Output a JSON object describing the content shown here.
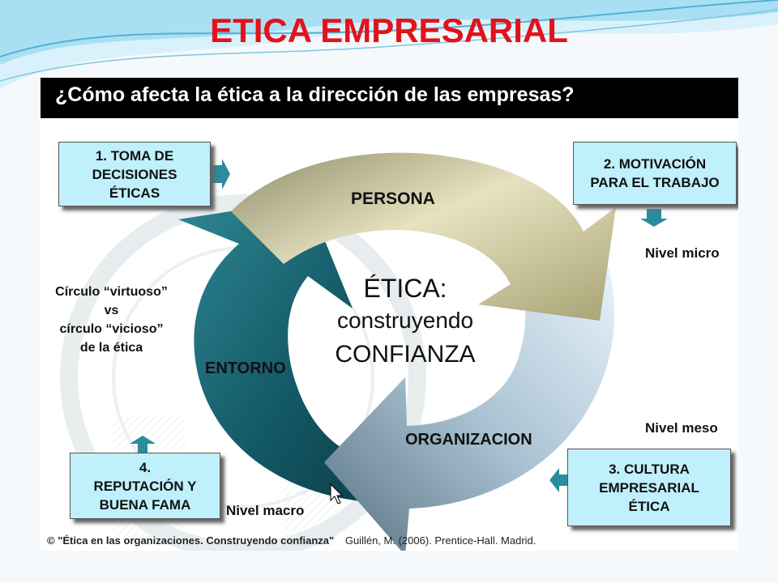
{
  "slide": {
    "title": "ETICA EMPRESARIAL"
  },
  "diagram": {
    "question": "¿Cómo afecta la ética a la dirección de las empresas?",
    "boxes": {
      "b1": [
        "1. TOMA DE",
        "DECISIONES",
        "ÉTICAS"
      ],
      "b2": [
        "2. MOTIVACIÓN",
        "PARA EL TRABAJO"
      ],
      "b3": [
        "3. CULTURA",
        "EMPRESARIAL",
        "ÉTICA"
      ],
      "b4": [
        "4.",
        "REPUTACIÓN Y",
        "BUENA FAMA"
      ]
    },
    "levels": {
      "micro": "Nivel micro",
      "meso": "Nivel meso",
      "macro": "Nivel macro"
    },
    "side_note": [
      "Círculo “virtuoso”",
      "vs",
      "círculo “vicioso”",
      "de la ética"
    ],
    "cycle": {
      "persona": "PERSONA",
      "organizacion": "ORGANIZACION",
      "entorno": "ENTORNO"
    },
    "center": {
      "line1": "ÉTICA:",
      "line2": "construyendo",
      "line3": "CONFIANZA"
    },
    "footer": {
      "copyright": "© \"Ética en las organizaciones. Construyendo confianza\"",
      "reference": "Guillén, M. (2006). Prentice-Hall. Madrid."
    },
    "colors": {
      "persona": "#c9c393",
      "organizacion": "#8ea6b6",
      "entorno": "#1f6f7c",
      "box": "#bff0fb",
      "connector": "#2a8c9e",
      "title": "#e3121b"
    }
  }
}
